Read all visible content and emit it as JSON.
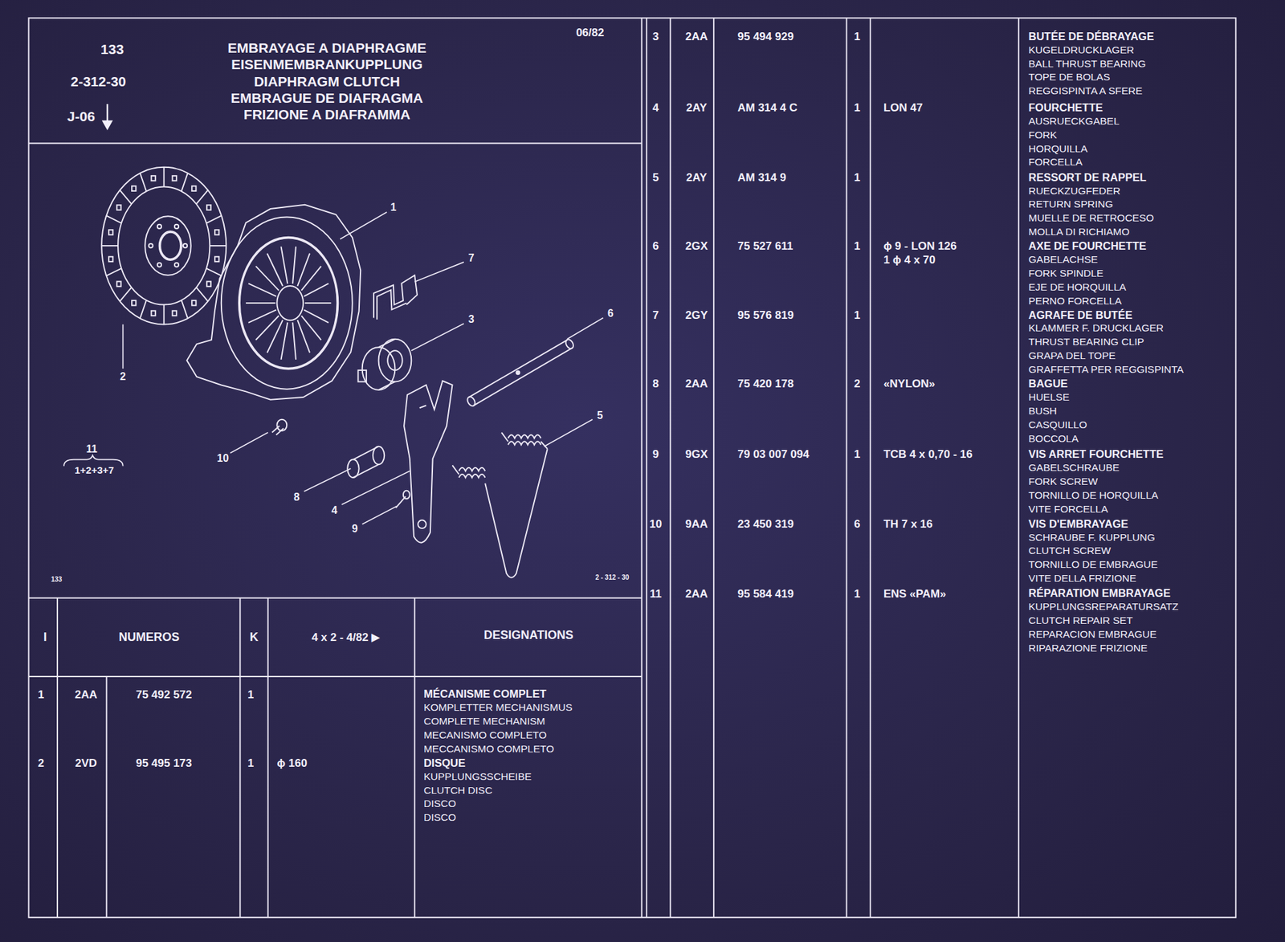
{
  "diagram": {
    "title": "EMBRAYAGE A DIAPHRAGME",
    "labels": [
      "133",
      "2-312-30",
      "J-06",
      "06/82",
      "EISENMEMBRANKUPPLUNG",
      "DIAPHRAGM CLUTCH",
      "EMBRAGUE DE DIAFRAGMA",
      "FRIZIONE A DIAFRAMMA",
      "1",
      "2",
      "3",
      "4",
      "5",
      "6",
      "7",
      "8",
      "9",
      "10",
      "11",
      "1+2+3+7",
      "133",
      "2 - 312 - 30",
      "I",
      "NUMEROS",
      "K",
      "4 x 2 - 4/82 ▶",
      "DESIGNATIONS",
      "1",
      "2AA",
      "75 492 572",
      "1",
      "MÉCANISME COMPLET",
      "KOMPLETTER MECHANISMUS",
      "COMPLETE MECHANISM",
      "MECANISMO COMPLETO",
      "MECCANISMO COMPLETO",
      "2",
      "2VD",
      "95 495 173",
      "1",
      "ϕ 160",
      "DISQUE",
      "KUPPLUNGSSCHEIBE",
      "CLUTCH DISC",
      "DISCO",
      "DISCO",
      "3",
      "2AA",
      "95 494 929",
      "1",
      "BUTÉE DE DÉBRAYAGE",
      "KUGELDRUCKLAGER",
      "BALL THRUST BEARING",
      "TOPE DE BOLAS",
      "REGGISPINTA A SFERE",
      "4",
      "2AY",
      "AM 314 4 C",
      "1",
      "LON 47",
      "FOURCHETTE",
      "AUSRUECKGABEL",
      "FORK",
      "HORQUILLA",
      "FORCELLA",
      "5",
      "2AY",
      "AM 314 9",
      "1",
      "RESSORT DE RAPPEL",
      "RUECKZUGFEDER",
      "RETURN SPRING",
      "MUELLE DE RETROCESO",
      "MOLLA DI RICHIAMO",
      "6",
      "2GX",
      "75 527 611",
      "1",
      "ϕ 9 - LON 126",
      "1 ϕ 4 x 70",
      "AXE DE FOURCHETTE",
      "GABELACHSE",
      "FORK SPINDLE",
      "EJE DE HORQUILLA",
      "PERNO FORCELLA",
      "7",
      "2GY",
      "95 576 819",
      "1",
      "AGRAFE DE BUTÉE",
      "KLAMMER F. DRUCKLAGER",
      "THRUST BEARING CLIP",
      "GRAPA DEL TOPE",
      "GRAFFETTA PER REGGISPINTA",
      "8",
      "2AA",
      "75 420 178",
      "2",
      "«NYLON»",
      "BAGUE",
      "HUELSE",
      "BUSH",
      "CASQUILLO",
      "BOCCOLA",
      "9",
      "9GX",
      "79 03 007 094",
      "1",
      "TCB 4 x 0,70 - 16",
      "VIS ARRET FOURCHETTE",
      "GABELSCHRAUBE",
      "FORK SCREW",
      "TORNILLO DE HORQUILLA",
      "VITE FORCELLA",
      "10",
      "9AA",
      "23 450 319",
      "6",
      "TH 7 x 16",
      "VIS D'EMBRAYAGE",
      "SCHRAUBE F. KUPPLUNG",
      "CLUTCH SCREW",
      "TORNILLO DE EMBRAGUE",
      "VITE DELLA FRIZIONE",
      "11",
      "2AA",
      "95 584 419",
      "1",
      "ENS «PAM»",
      "RÉPARATION EMBRAYAGE",
      "KUPPLUNGSREPARATURSATZ",
      "CLUTCH REPAIR SET",
      "REPARACION EMBRAGUE",
      "RIPARAZIONE FRIZIONE"
    ]
  }
}
